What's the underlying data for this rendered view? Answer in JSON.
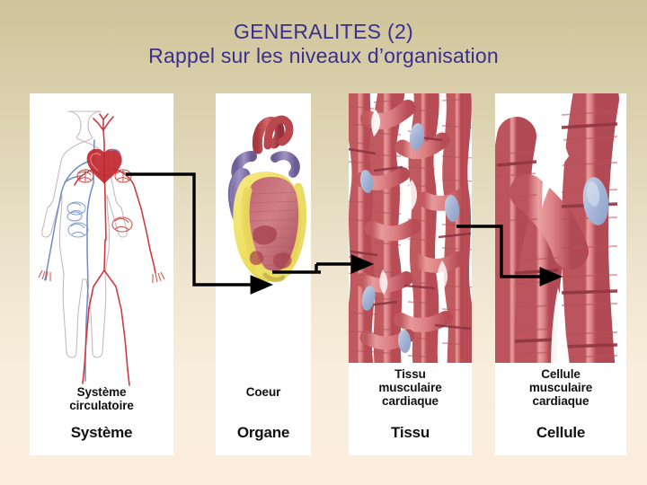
{
  "slide": {
    "title_line1": "GENERALITES (2)",
    "title_line2": "Rappel sur les niveaux d’organisation",
    "title_color": "#3a2f8c",
    "background_top_color": "#cfc39a",
    "background_bottom_color": "#fceedd"
  },
  "panels": [
    {
      "id": "system",
      "figure": "human-circulatory-system-illustration",
      "caption_top": "Système\ncirculatoire",
      "caption_top_line1": "Système",
      "caption_top_line2": "circulatoire",
      "caption_top_line3": "",
      "caption_bottom": "Système"
    },
    {
      "id": "organ",
      "figure": "human-heart-illustration",
      "caption_top_line1": "Coeur",
      "caption_top_line2": "",
      "caption_top_line3": "",
      "caption_bottom": "Organe"
    },
    {
      "id": "tissue",
      "figure": "cardiac-muscle-tissue-illustration",
      "caption_top_line1": "Tissu",
      "caption_top_line2": "musculaire",
      "caption_top_line3": "cardiaque",
      "caption_bottom": "Tissu"
    },
    {
      "id": "cell",
      "figure": "cardiac-muscle-cell-illustration",
      "caption_top_line1": "Cellule",
      "caption_top_line2": "musculaire",
      "caption_top_line3": "cardiaque",
      "caption_bottom": "Cellule"
    }
  ],
  "connectors": [
    {
      "id": "system-to-organ",
      "from": "system",
      "to": "organ"
    },
    {
      "id": "organ-to-tissue",
      "from": "organ",
      "to": "tissue"
    },
    {
      "id": "tissue-to-cell",
      "from": "tissue",
      "to": "cell"
    }
  ],
  "colors": {
    "artery_red": "#d03a3a",
    "vein_blue": "#5f7fbf",
    "muscle_pink": "#e07a7a",
    "muscle_dark": "#b8444a",
    "nucleus_blue": "#9fb2d8",
    "heart_yellow": "#f2e36a",
    "connector_black": "#000000"
  }
}
